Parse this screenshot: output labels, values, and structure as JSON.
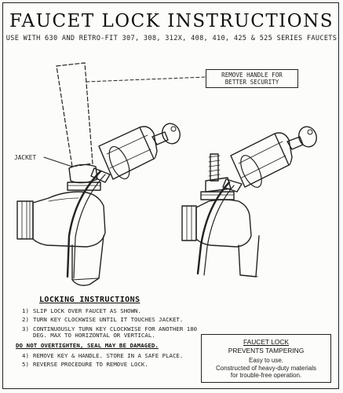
{
  "title": "FAUCET LOCK INSTRUCTIONS",
  "subtitle": "USE WITH 630 AND RETRO-FIT 307, 308, 312X, 408, 410, 425 & 525 SERIES FAUCETS",
  "callout": {
    "line1": "REMOVE HANDLE FOR",
    "line2": "BETTER SECURITY"
  },
  "jacket_label": "JACKET",
  "instructions": {
    "title": "LOCKING INSTRUCTIONS",
    "steps": [
      {
        "num": "1)",
        "text": "SLIP LOCK OVER FAUCET AS SHOWN."
      },
      {
        "num": "2)",
        "text": "TURN KEY CLOCKWISE UNTIL IT TOUCHES JACKET."
      },
      {
        "num": "3)",
        "text": "CONTINUOUSLY TURN KEY CLOCKWISE FOR ANOTHER 180 DEG. MAX TO HORIZONTAL OR VERTICAL."
      }
    ],
    "warning": "DO NOT OVERTIGHTEN, SEAL MAY BE DAMAGED.",
    "steps_after": [
      {
        "num": "4)",
        "text": "REMOVE KEY & HANDLE. STORE IN A SAFE PLACE."
      },
      {
        "num": "5)",
        "text": "REVERSE PROCEDURE TO REMOVE LOCK."
      }
    ]
  },
  "infobox": {
    "title": "FAUCET LOCK",
    "subtitle": "PREVENTS TAMPERING",
    "line1": "Easy to use.",
    "line2": "Constructed of heavy-duty materials",
    "line3": "for trouble-free operation."
  }
}
